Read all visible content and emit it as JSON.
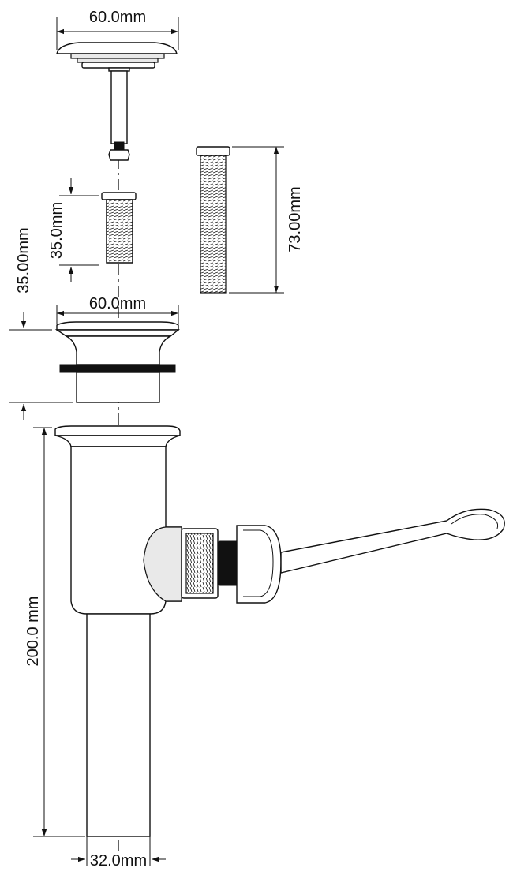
{
  "dimensions": {
    "cap_width": "60.0mm",
    "small_screw_length": "35.0mm",
    "long_screw_length": "73.00mm",
    "flange_height": "35.00mm",
    "flange_width": "60.0mm",
    "body_length": "200.0 mm",
    "tail_diameter": "32.0mm"
  }
}
